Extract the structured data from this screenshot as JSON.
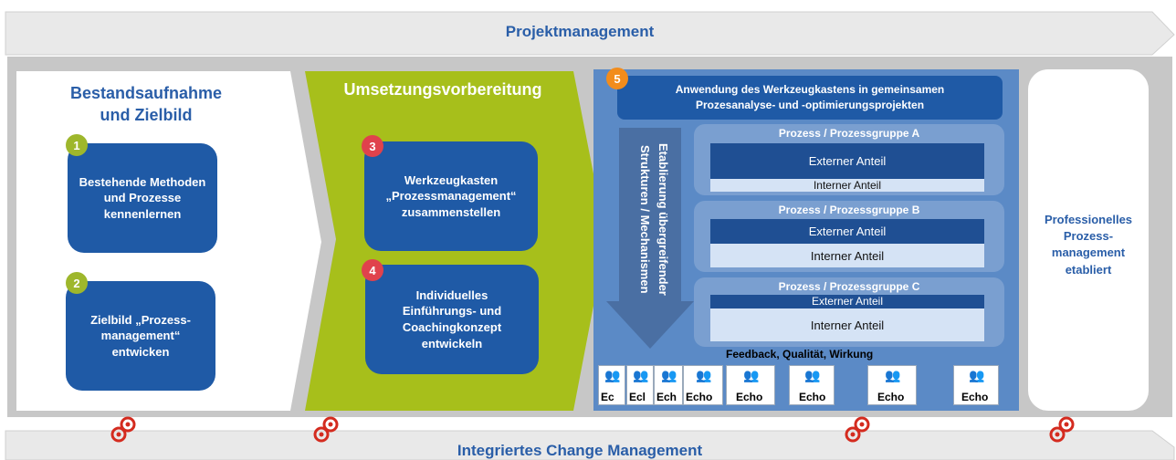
{
  "banners": {
    "top": "Projektmanagement",
    "bottom": "Integriertes Change Management"
  },
  "stage1": {
    "title_line1": "Bestandsaufnahme",
    "title_line2": "und Zielbild",
    "box1": {
      "badge": "1",
      "lines": [
        "Bestehende Methoden",
        "und Prozesse",
        "kennenlernen"
      ]
    },
    "box2": {
      "badge": "2",
      "lines": [
        "Zielbild „Prozess-",
        "management“",
        "entwicken"
      ]
    }
  },
  "stage2": {
    "title": "Umsetzungsvorbereitung",
    "box3": {
      "badge": "3",
      "lines": [
        "Werkzeugkasten",
        "„Prozessmanagement“",
        "zusammenstellen"
      ]
    },
    "box4": {
      "badge": "4",
      "lines": [
        "Individuelles",
        "Einführungs- und",
        "Coachingkonzept",
        "entwickeln"
      ]
    }
  },
  "stage3": {
    "badge": "5",
    "header_line1": "Anwendung des Werkzeugkastens in gemeinsamen",
    "header_line2": "Prozesanalyse- und -optimierungsprojekten",
    "arrow_line1": "Etablierung übergreifender",
    "arrow_line2": "Strukturen / Mechanismen",
    "groups": [
      {
        "title": "Prozess / Prozessgruppe A",
        "external": "Externer Anteil",
        "internal": "Interner Anteil"
      },
      {
        "title": "Prozess / Prozessgruppe B",
        "external": "Externer Anteil",
        "internal": "Interner Anteil"
      },
      {
        "title": "Prozess / Prozessgruppe C",
        "external": "Externer Anteil",
        "internal": "Interner Anteil"
      }
    ],
    "feedback": "Feedback, Qualität, Wirkung",
    "echo_labels": [
      "Ec",
      "Ecl",
      "Ech",
      "Echo",
      "Echo",
      "Echo",
      "Echo",
      "Echo"
    ]
  },
  "stage4": {
    "lines": [
      "Professionelles",
      "Prozess-",
      "management",
      "etabliert"
    ]
  },
  "colors": {
    "banner_text": "#2a5ea8",
    "box_blue": "#1f5aa6",
    "green": "#a7bf1b",
    "badge_green": "#9eb72c",
    "badge_red": "#e0424c",
    "badge_orange": "#f28c1c",
    "panel_blue": "#5b8ac6",
    "gear_red": "#d42b1f"
  },
  "icons": [
    "people-icon",
    "gear-people-icon"
  ]
}
